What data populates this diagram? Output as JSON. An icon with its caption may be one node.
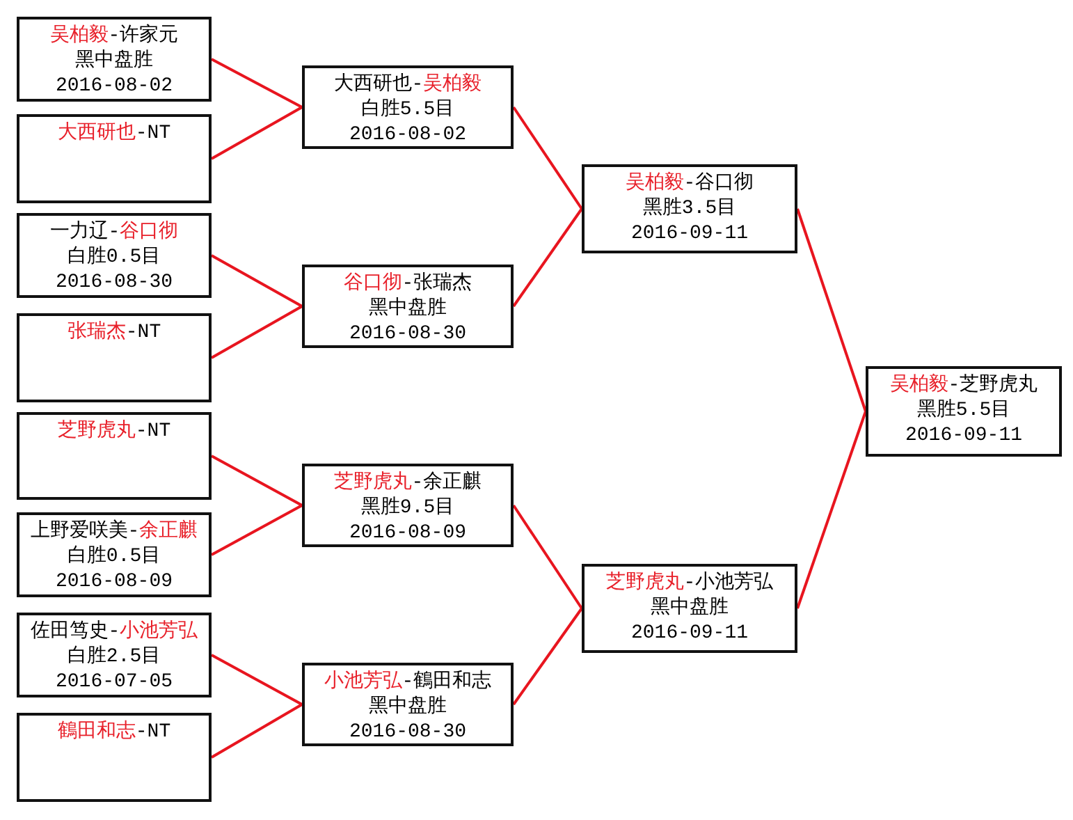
{
  "diagram": {
    "nodes": [
      {
        "text": [
          "**吴柏毅**-许家元",
          "黑中盘胜",
          "2016-08-02"
        ]
      },
      {
        "text": [
          "**大西研也**-NT"
        ]
      },
      {
        "text": [
          "一力辽-**谷口彻**",
          "白胜0.5目",
          "2016-08-30"
        ]
      },
      {
        "text": [
          "**张瑞杰**-NT"
        ]
      },
      {
        "text": [
          "**芝野虎丸**-NT"
        ]
      },
      {
        "text": [
          "上野爱咲美-**余正麒**",
          "白胜0.5目",
          "2016-08-09"
        ]
      },
      {
        "text": [
          "佐田笃史-**小池芳弘**",
          "白胜2.5目",
          "2016-07-05"
        ]
      },
      {
        "text": [
          "**鶴田和志**-NT"
        ]
      },
      {
        "text": [
          "大西研也-**吴柏毅**",
          "白胜5.5目",
          "2016-08-02"
        ]
      },
      {
        "text": [
          "**谷口彻**-张瑞杰",
          "黑中盘胜",
          "2016-08-30"
        ]
      },
      {
        "text": [
          "**芝野虎丸**-余正麒",
          "黑胜9.5目",
          "2016-08-09"
        ]
      },
      {
        "text": [
          "**小池芳弘**-鶴田和志",
          "黑中盘胜",
          "2016-08-30"
        ]
      },
      {
        "text": [
          "**吴柏毅**-谷口彻",
          "黑胜3.5目",
          "2016-09-11"
        ]
      },
      {
        "text": [
          "**芝野虎丸**-小池芳弘",
          "黑中盘胜",
          "2016-09-11"
        ]
      },
      {
        "text": [
          "**吴柏毅**-芝野虎丸",
          "黑胜5.5目",
          "2016-09-11"
        ]
      }
    ],
    "edges": [
      {
        "from": 0,
        "to": 8,
        "arrow": "none"
      },
      {
        "from": 1,
        "to": 8,
        "arrow": "none"
      },
      {
        "from": 2,
        "to": 9,
        "arrow": "none"
      },
      {
        "from": 3,
        "to": 9,
        "arrow": "none"
      },
      {
        "from": 4,
        "to": 10,
        "arrow": "none"
      },
      {
        "from": 5,
        "to": 10,
        "arrow": "none"
      },
      {
        "from": 6,
        "to": 11,
        "arrow": "none"
      },
      {
        "from": 7,
        "to": 11,
        "arrow": "none"
      },
      {
        "from": 8,
        "to": 12,
        "arrow": "none"
      },
      {
        "from": 9,
        "to": 12,
        "arrow": "none"
      },
      {
        "from": 10,
        "to": 13,
        "arrow": "none"
      },
      {
        "from": 11,
        "to": 13,
        "arrow": "none"
      },
      {
        "from": 12,
        "to": 14,
        "arrow": "none"
      },
      {
        "from": 13,
        "to": 14,
        "arrow": "none"
      }
    ]
  }
}
